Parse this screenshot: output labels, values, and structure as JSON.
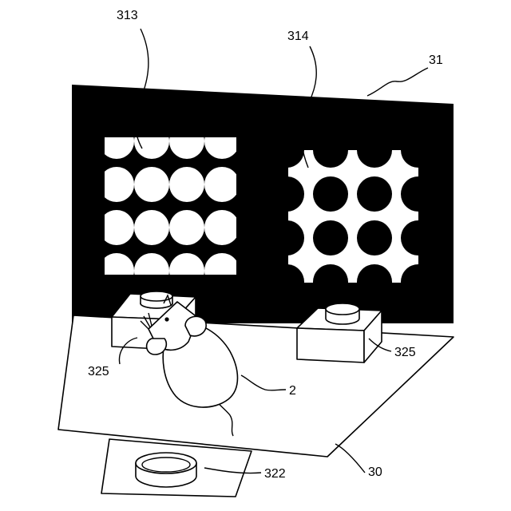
{
  "labels": {
    "pattern_a": "313",
    "pattern_b": "314",
    "wall": "31",
    "button_left": "325",
    "button_right": "325",
    "animal": "2",
    "floor": "30",
    "dish": "322"
  },
  "colors": {
    "ink": "#000000",
    "paper": "#ffffff"
  }
}
